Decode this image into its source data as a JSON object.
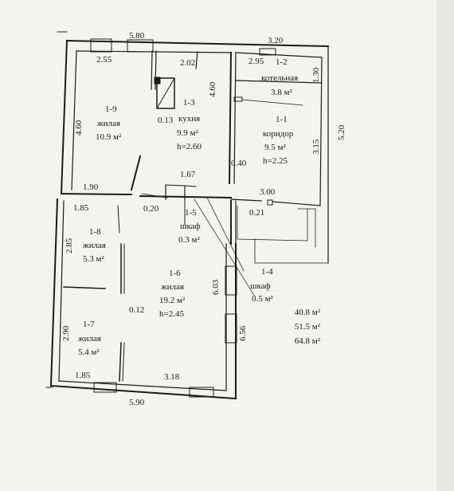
{
  "dims": {
    "top_left": "5.80",
    "top_right": "3.20",
    "r19_left_h": "2.55",
    "r13_top": "2.02",
    "r12_top": "2.95",
    "r12_side": "1.30",
    "r13_side": "4.60",
    "r19_side": "4.60",
    "right_side": "5.20",
    "r11_side": "3.15",
    "small_013": "0.13",
    "small_040": "0.40",
    "w_190": "1.90",
    "w_167": "1.67",
    "w_300": "3.00",
    "w_185_top": "1.85",
    "w_020": "0.20",
    "w_021": "0.21",
    "r18_side": "2.85",
    "w_012": "0.12",
    "r16_side": "6.03",
    "r17_side": "2.90",
    "outer_656": "6.56",
    "w_185_bottom": "1.85",
    "w_318": "3.18",
    "bottom_total": "5.90"
  },
  "rooms": {
    "r19": {
      "num": "1-9",
      "name": "жилая",
      "area": "10.9 м²"
    },
    "r13": {
      "num": "1-3",
      "name": "кухня",
      "area": "9.9 м²",
      "height": "h=2.60"
    },
    "r12": {
      "num": "1-2",
      "name": "котельная",
      "area": "3.8 м²"
    },
    "r11": {
      "num": "1-1",
      "name": "коридор",
      "area": "9.5 м²",
      "height": "h=2.25"
    },
    "r15": {
      "num": "1-5",
      "name": "шкаф",
      "area": "0.3 м²"
    },
    "r18": {
      "num": "1-8",
      "name": "жилая",
      "area": "5.3 м²"
    },
    "r16": {
      "num": "1-6",
      "name": "жилая",
      "area": "19.2 м²",
      "height": "h=2.45"
    },
    "r14": {
      "num": "1-4",
      "name": "шкаф",
      "area": "0.5 м²"
    },
    "r17": {
      "num": "1-7",
      "name": "жилая",
      "area": "5.4 м²"
    }
  },
  "totals": [
    "40.8 м²",
    "51.5 м²",
    "64.8 м²"
  ]
}
